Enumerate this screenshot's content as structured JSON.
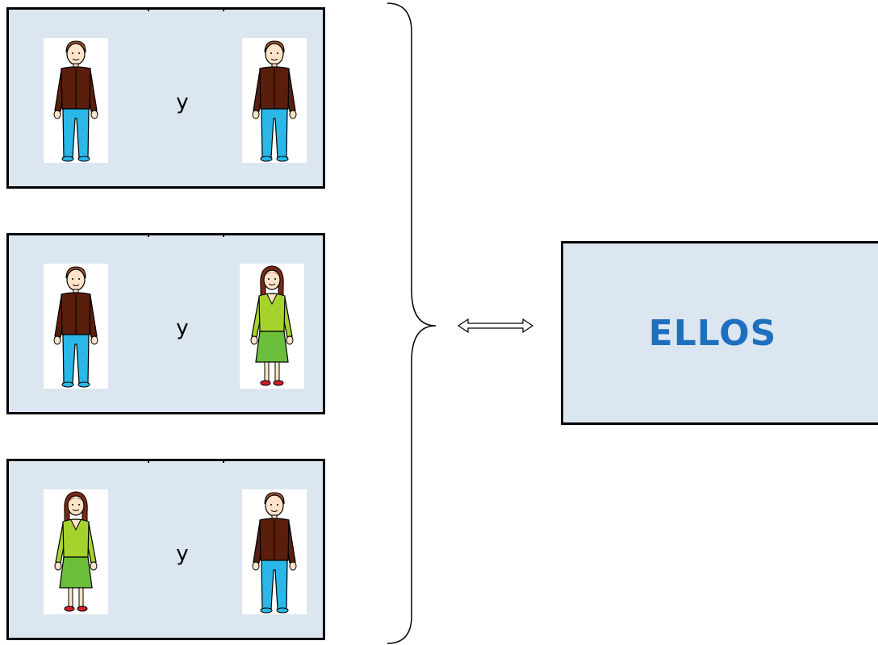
{
  "pairs": [
    {
      "left": "boy",
      "conjunction": "y",
      "right": "boy"
    },
    {
      "left": "boy",
      "conjunction": "y",
      "right": "girl"
    },
    {
      "left": "girl",
      "conjunction": "y",
      "right": "boy"
    }
  ],
  "relation_icon": "double-arrow-icon",
  "grouping_icon": "curly-brace-icon",
  "result": {
    "label": "ELLOS"
  },
  "colors": {
    "card_fill": "#dce6f1",
    "result_text": "#1f6fbf",
    "boy_jacket": "#5a1e0c",
    "boy_pants": "#2bb7e8",
    "girl_top": "#a6d22e",
    "girl_skirt": "#6bbf3b"
  }
}
